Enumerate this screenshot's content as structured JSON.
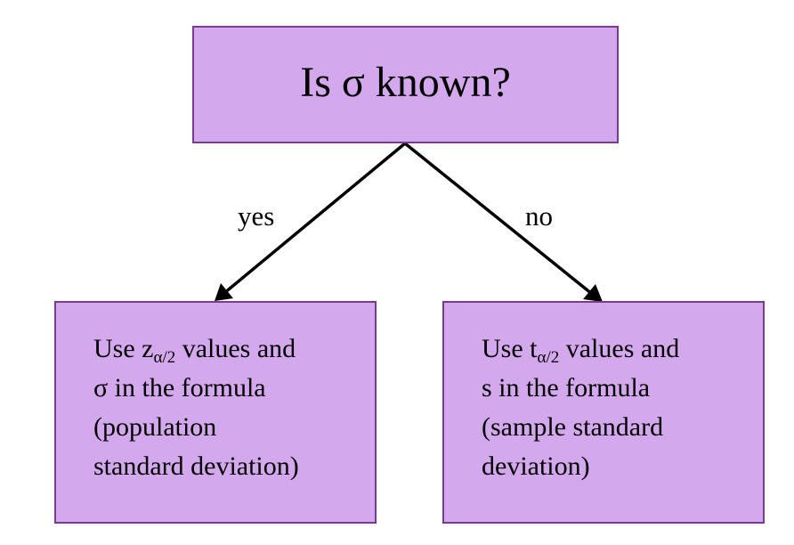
{
  "question": {
    "text": "Is σ known?"
  },
  "edges": {
    "yes_label": "yes",
    "no_label": "no"
  },
  "left_box": {
    "line1_pre": "Use z",
    "line1_sub": "α/2",
    "line1_post": " values and",
    "line2": "σ in the formula",
    "line3": "(population",
    "line4": "standard deviation)"
  },
  "right_box": {
    "line1_pre": "Use t",
    "line1_sub": "α/2",
    "line1_post": " values and",
    "line2": "s in the formula",
    "line3": "(sample standard",
    "line4": "deviation)"
  },
  "colors": {
    "box_fill": "#d4a8ec",
    "box_border": "#7a3a8e",
    "arrow": "#000000"
  }
}
